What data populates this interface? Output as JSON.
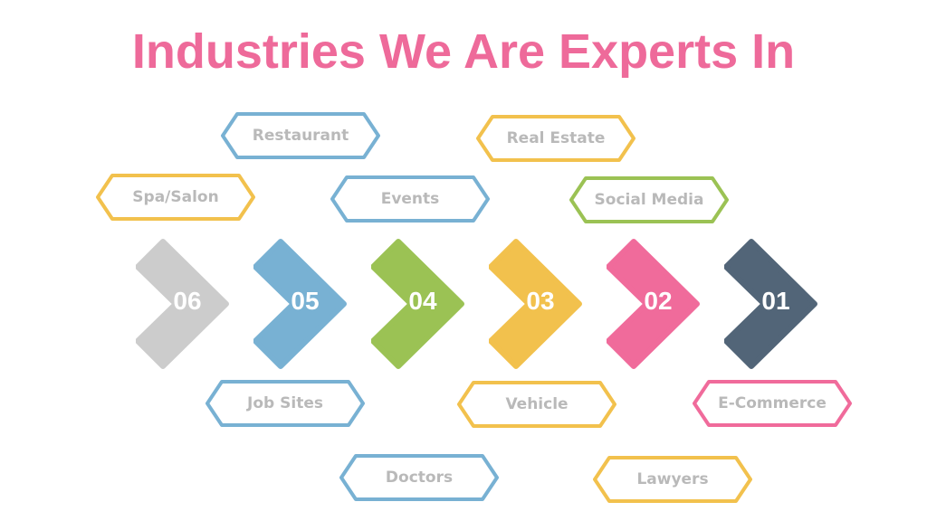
{
  "title": "Industries We Are Experts In",
  "steps": [
    {
      "label": "06",
      "color": "#cccccc"
    },
    {
      "label": "05",
      "color": "#78b1d3"
    },
    {
      "label": "04",
      "color": "#9bc254"
    },
    {
      "label": "03",
      "color": "#f2c14d"
    },
    {
      "label": "02",
      "color": "#f06b9b"
    },
    {
      "label": "01",
      "color": "#526578"
    }
  ],
  "tags": {
    "restaurant": {
      "label": "Restaurant",
      "color": "#78b1d3"
    },
    "real_estate": {
      "label": "Real Estate",
      "color": "#f2c14d"
    },
    "spa_salon": {
      "label": "Spa/Salon",
      "color": "#f2c14d"
    },
    "events": {
      "label": "Events",
      "color": "#78b1d3"
    },
    "social_media": {
      "label": "Social Media",
      "color": "#9bc254"
    },
    "job_sites": {
      "label": "Job Sites",
      "color": "#78b1d3"
    },
    "vehicle": {
      "label": "Vehicle",
      "color": "#f2c14d"
    },
    "e_commerce": {
      "label": "E-Commerce",
      "color": "#f06b9b"
    },
    "doctors": {
      "label": "Doctors",
      "color": "#78b1d3"
    },
    "lawyers": {
      "label": "Lawyers",
      "color": "#f2c14d"
    }
  }
}
